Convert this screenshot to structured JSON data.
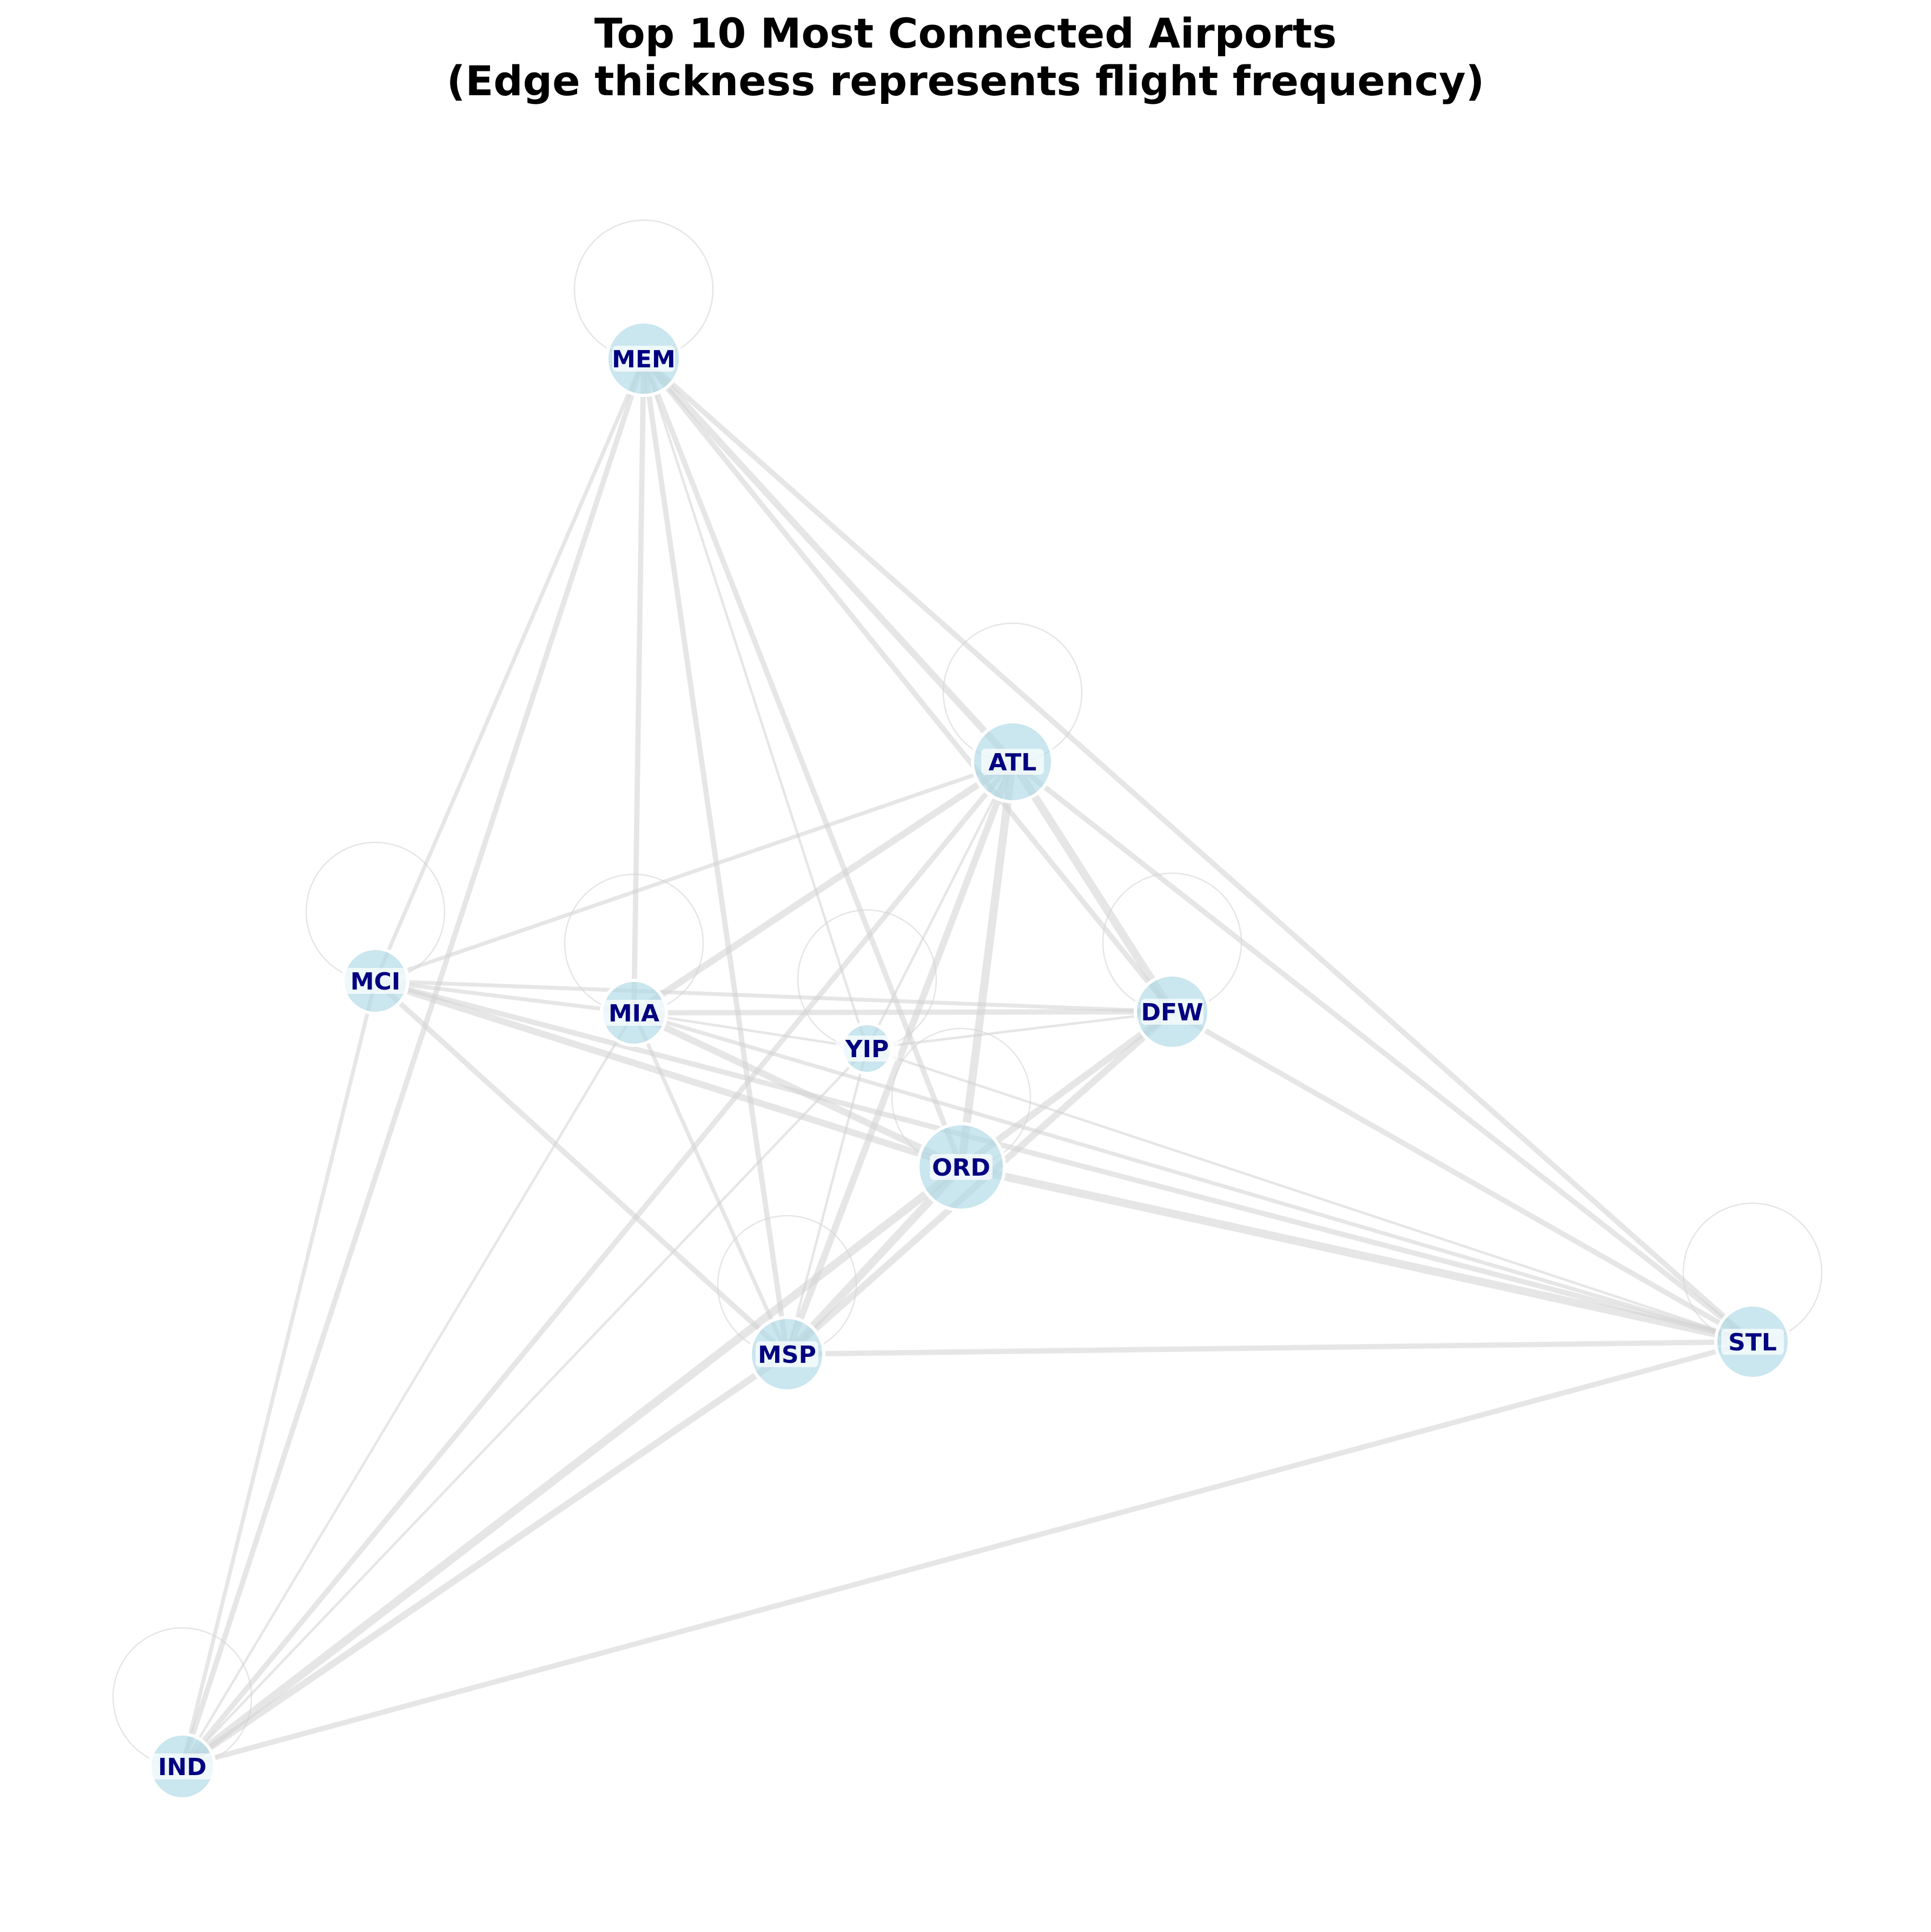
{
  "title": {
    "line1": "Top 10 Most Connected Airports",
    "line2": "(Edge thickness represents flight frequency)"
  },
  "colors": {
    "node_fill": "#add8e6",
    "node_stroke": "#ffffff",
    "label": "#000080",
    "edge": "#d3d3d3",
    "label_box": "#ffffff"
  },
  "nodes": [
    {
      "id": "MEM",
      "label": "MEM",
      "size": 3
    },
    {
      "id": "ATL",
      "label": "ATL",
      "size": 4
    },
    {
      "id": "MCI",
      "label": "MCI",
      "size": 2
    },
    {
      "id": "MIA",
      "label": "MIA",
      "size": 2
    },
    {
      "id": "YIP",
      "label": "YIP",
      "size": 1
    },
    {
      "id": "DFW",
      "label": "DFW",
      "size": 3
    },
    {
      "id": "ORD",
      "label": "ORD",
      "size": 5
    },
    {
      "id": "MSP",
      "label": "MSP",
      "size": 3
    },
    {
      "id": "STL",
      "label": "STL",
      "size": 3
    },
    {
      "id": "IND",
      "label": "IND",
      "size": 2
    }
  ],
  "edges": [
    {
      "source": "MEM",
      "target": "MEM",
      "weight": 1
    },
    {
      "source": "ATL",
      "target": "ATL",
      "weight": 1
    },
    {
      "source": "MCI",
      "target": "MCI",
      "weight": 1
    },
    {
      "source": "MIA",
      "target": "MIA",
      "weight": 1
    },
    {
      "source": "YIP",
      "target": "YIP",
      "weight": 1
    },
    {
      "source": "DFW",
      "target": "DFW",
      "weight": 1
    },
    {
      "source": "ORD",
      "target": "ORD",
      "weight": 1
    },
    {
      "source": "MSP",
      "target": "MSP",
      "weight": 1
    },
    {
      "source": "STL",
      "target": "STL",
      "weight": 1
    },
    {
      "source": "IND",
      "target": "IND",
      "weight": 1
    },
    {
      "source": "MEM",
      "target": "ATL",
      "weight": 4
    },
    {
      "source": "MEM",
      "target": "MCI",
      "weight": 2
    },
    {
      "source": "MEM",
      "target": "MIA",
      "weight": 3
    },
    {
      "source": "MEM",
      "target": "YIP",
      "weight": 1
    },
    {
      "source": "MEM",
      "target": "DFW",
      "weight": 3
    },
    {
      "source": "MEM",
      "target": "ORD",
      "weight": 3
    },
    {
      "source": "MEM",
      "target": "MSP",
      "weight": 3
    },
    {
      "source": "MEM",
      "target": "STL",
      "weight": 3
    },
    {
      "source": "MEM",
      "target": "IND",
      "weight": 3
    },
    {
      "source": "ATL",
      "target": "MCI",
      "weight": 2
    },
    {
      "source": "ATL",
      "target": "MIA",
      "weight": 4
    },
    {
      "source": "ATL",
      "target": "YIP",
      "weight": 1
    },
    {
      "source": "ATL",
      "target": "DFW",
      "weight": 5
    },
    {
      "source": "ATL",
      "target": "ORD",
      "weight": 5
    },
    {
      "source": "ATL",
      "target": "MSP",
      "weight": 4
    },
    {
      "source": "ATL",
      "target": "STL",
      "weight": 3
    },
    {
      "source": "ATL",
      "target": "IND",
      "weight": 3
    },
    {
      "source": "MCI",
      "target": "MIA",
      "weight": 2
    },
    {
      "source": "MCI",
      "target": "DFW",
      "weight": 2
    },
    {
      "source": "MCI",
      "target": "ORD",
      "weight": 4
    },
    {
      "source": "MCI",
      "target": "MSP",
      "weight": 3
    },
    {
      "source": "MCI",
      "target": "STL",
      "weight": 3
    },
    {
      "source": "MCI",
      "target": "IND",
      "weight": 2
    },
    {
      "source": "MIA",
      "target": "DFW",
      "weight": 3
    },
    {
      "source": "MIA",
      "target": "ORD",
      "weight": 4
    },
    {
      "source": "MIA",
      "target": "MSP",
      "weight": 2
    },
    {
      "source": "MIA",
      "target": "STL",
      "weight": 2
    },
    {
      "source": "MIA",
      "target": "IND",
      "weight": 1
    },
    {
      "source": "MIA",
      "target": "YIP",
      "weight": 1
    },
    {
      "source": "YIP",
      "target": "DFW",
      "weight": 1
    },
    {
      "source": "YIP",
      "target": "STL",
      "weight": 1
    },
    {
      "source": "YIP",
      "target": "MSP",
      "weight": 1
    },
    {
      "source": "YIP",
      "target": "IND",
      "weight": 1
    },
    {
      "source": "DFW",
      "target": "ORD",
      "weight": 4
    },
    {
      "source": "DFW",
      "target": "MSP",
      "weight": 4
    },
    {
      "source": "DFW",
      "target": "STL",
      "weight": 3
    },
    {
      "source": "ORD",
      "target": "MSP",
      "weight": 5
    },
    {
      "source": "ORD",
      "target": "STL",
      "weight": 5
    },
    {
      "source": "ORD",
      "target": "IND",
      "weight": 5
    },
    {
      "source": "MSP",
      "target": "STL",
      "weight": 3
    },
    {
      "source": "MSP",
      "target": "IND",
      "weight": 4
    },
    {
      "source": "STL",
      "target": "IND",
      "weight": 3
    }
  ]
}
